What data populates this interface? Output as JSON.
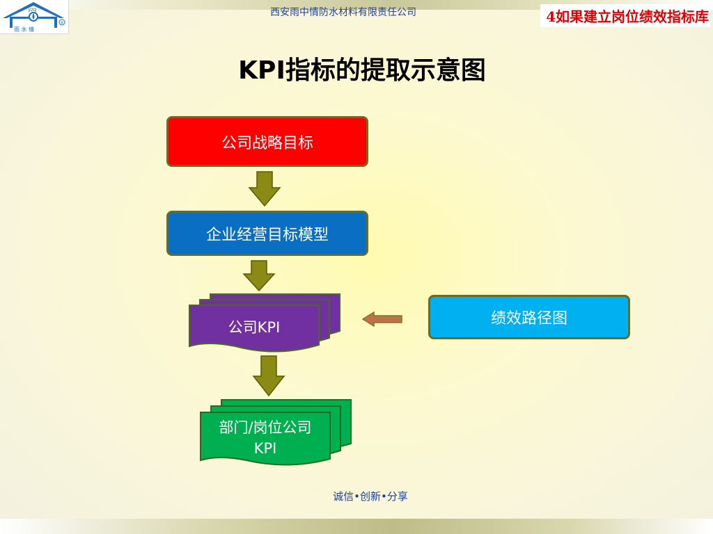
{
  "header": {
    "company": "西安雨中情防水材料有限责任公司",
    "corner_title": "4如果建立岗位绩效指标库",
    "logo": {
      "icon": "house-logo",
      "text": "雨 水 情",
      "mark": "®"
    }
  },
  "title": "KPI指标的提取示意图",
  "diagram": {
    "strategy": "公司战略目标",
    "business_model": "企业经营目标模型",
    "company_kpi": "公司KPI",
    "dept_kpi_line1": "部门/岗位公司",
    "dept_kpi_line2": "KPI",
    "performance_path": "绩效路径图"
  },
  "footer": "诚信•创新•分享",
  "colors": {
    "strategy": "#ff0000",
    "business_model": "#0a6fc2",
    "company_kpi": "#7030a0",
    "dept_kpi": "#00b050",
    "performance_path": "#00b0f0",
    "arrow": "#8a8a14",
    "side_arrow": "#c0704a"
  }
}
